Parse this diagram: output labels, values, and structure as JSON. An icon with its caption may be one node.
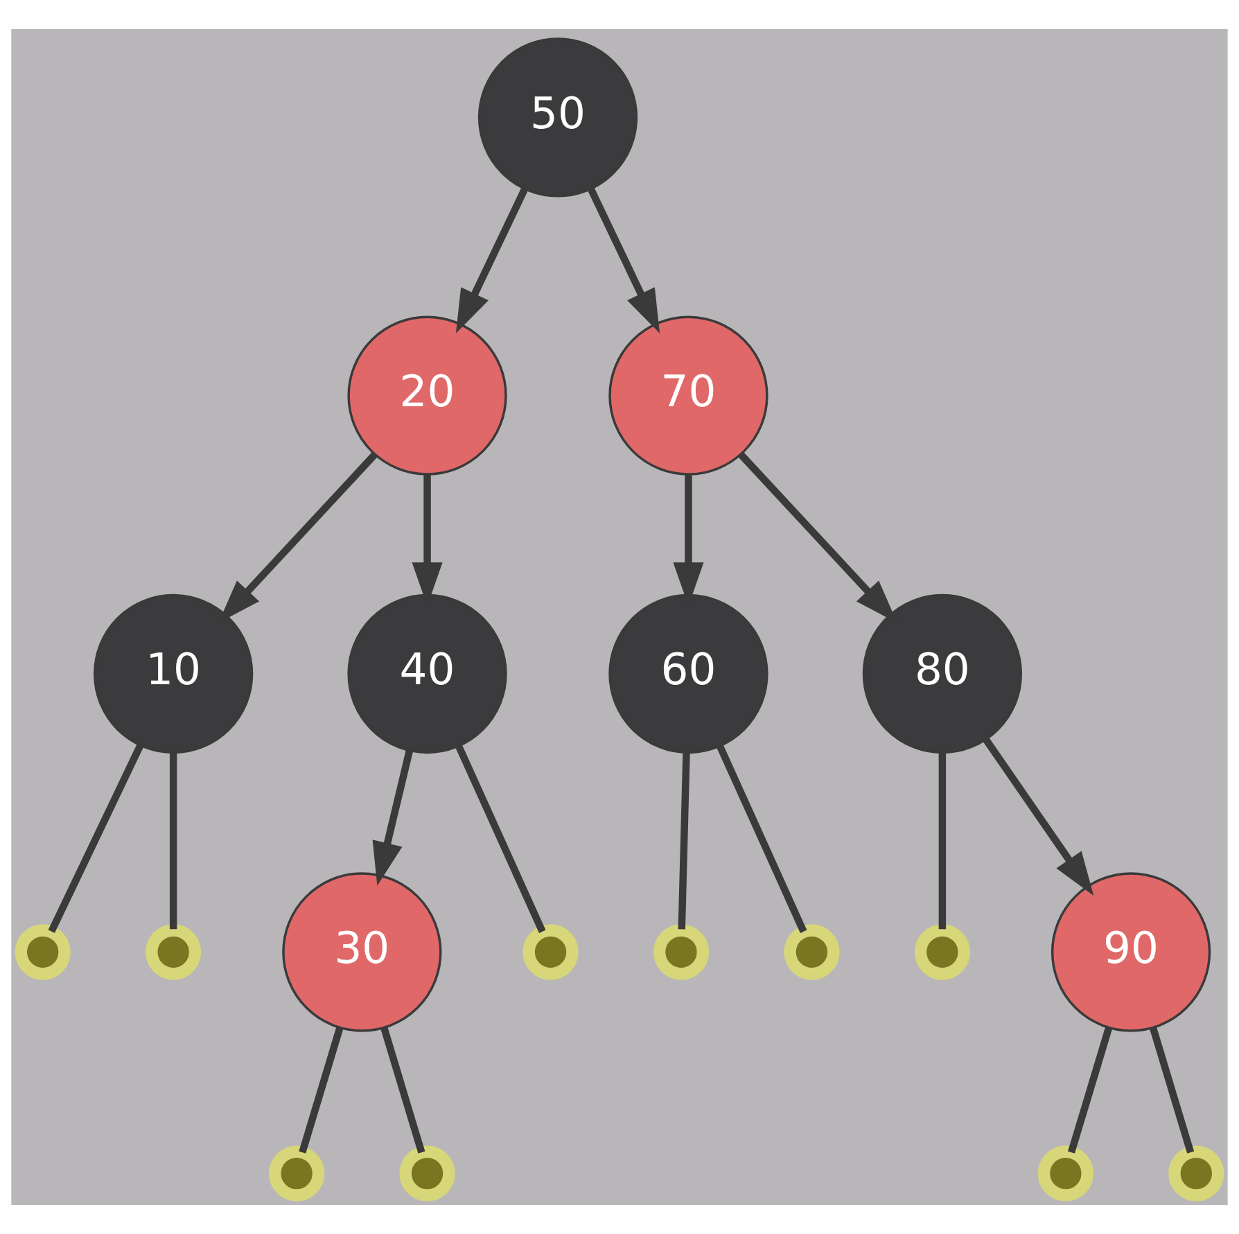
{
  "diagram": {
    "nodes": [
      {
        "text": [
          "50"
        ]
      },
      {
        "text": [
          "20"
        ]
      },
      {
        "text": [
          "70"
        ]
      },
      {
        "text": [
          "10"
        ]
      },
      {
        "text": [
          "40"
        ]
      },
      {
        "text": [
          "60"
        ]
      },
      {
        "text": [
          "80"
        ]
      },
      {
        "text": [],
        "shape": "circle"
      },
      {
        "text": [],
        "shape": "circle"
      },
      {
        "text": [
          "30"
        ]
      },
      {
        "text": [],
        "shape": "circle"
      },
      {
        "text": [],
        "shape": "circle"
      },
      {
        "text": [],
        "shape": "circle"
      },
      {
        "text": [],
        "shape": "circle"
      },
      {
        "text": [
          "90"
        ]
      },
      {
        "text": [],
        "shape": "circle"
      },
      {
        "text": [],
        "shape": "circle"
      },
      {
        "text": [],
        "shape": "circle"
      },
      {
        "text": [],
        "shape": "circle"
      }
    ],
    "edges": [
      {
        "from": 0,
        "to": 1,
        "arrow": "to"
      },
      {
        "from": 0,
        "to": 2,
        "arrow": "to"
      },
      {
        "from": 1,
        "to": 3,
        "arrow": "to"
      },
      {
        "from": 1,
        "to": 4,
        "arrow": "to"
      },
      {
        "from": 2,
        "to": 5,
        "arrow": "to"
      },
      {
        "from": 2,
        "to": 6,
        "arrow": "to"
      },
      {
        "from": 3,
        "to": 7,
        "arrow": "none"
      },
      {
        "from": 3,
        "to": 8,
        "arrow": "none"
      },
      {
        "from": 4,
        "to": 9,
        "arrow": "to"
      },
      {
        "from": 4,
        "to": 10,
        "arrow": "none"
      },
      {
        "from": 5,
        "to": 11,
        "arrow": "none"
      },
      {
        "from": 5,
        "to": 12,
        "arrow": "none"
      },
      {
        "from": 6,
        "to": 13,
        "arrow": "none"
      },
      {
        "from": 6,
        "to": 14,
        "arrow": "to"
      },
      {
        "from": 9,
        "to": 15,
        "arrow": "none"
      },
      {
        "from": 9,
        "to": 16,
        "arrow": "none"
      },
      {
        "from": 14,
        "to": 17,
        "arrow": "none"
      },
      {
        "from": 14,
        "to": 18,
        "arrow": "none"
      }
    ]
  }
}
